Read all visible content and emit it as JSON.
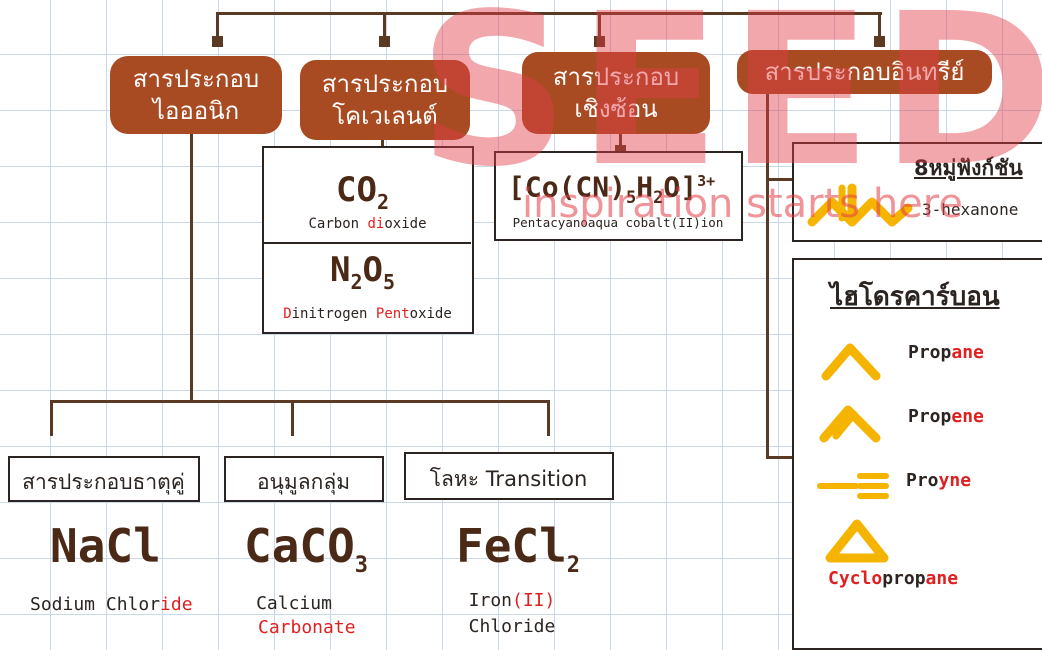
{
  "categories": [
    {
      "line1": "สารประกอบ",
      "line2": "ไอออนิก"
    },
    {
      "line1": "สารประกอบ",
      "line2": "โคเวเลนต์"
    },
    {
      "line1": "สารประกอบ",
      "line2": "เชิงซ้อน"
    },
    {
      "line1": "สารประกอบอินทรีย์",
      "line2": ""
    }
  ],
  "covalent": {
    "co2": {
      "base1": "CO",
      "sub1": "2",
      "name_pre": "Carbon ",
      "name_hl": "di",
      "name_post": "oxide"
    },
    "n2o5": {
      "a": "N",
      "sub_a": "2",
      "b": "O",
      "sub_b": "5",
      "name_hl1": "D",
      "name_mid": "initrogen ",
      "name_hl2": "Pent",
      "name_post": "oxide"
    }
  },
  "complex": {
    "formula_main": "[Co(CN)",
    "sub1": "5",
    "formula_mid": "H",
    "sub2": "2",
    "formula_end": "O]",
    "charge": "3+",
    "name": "Pentacyanoaqua cobalt(II)ion"
  },
  "organic": {
    "functional_title": "8หมู่ฟังก์ชัน",
    "functional_example": "3-hexanone",
    "hydrocarbon_title": "ไฮโดรคาร์บอน",
    "hydrocarbons": [
      {
        "pre": "Prop",
        "hl": "ane",
        "post": ""
      },
      {
        "pre": "Prop",
        "hl": "ene",
        "post": ""
      },
      {
        "pre": "Pro",
        "hl": "yne",
        "post": ""
      }
    ],
    "cyclo": {
      "hl": "Cyclo",
      "post": "prop",
      "hl2": "ane"
    }
  },
  "ionic_subtypes": [
    {
      "label": "สารประกอบธาตุคู่"
    },
    {
      "label": "อนุมูลกลุ่ม"
    },
    {
      "label": "โลหะ Transition"
    }
  ],
  "ionic_examples": {
    "nacl": {
      "formula": "NaCl",
      "name_pre": "Sodium Chlor",
      "name_hl": "ide"
    },
    "caco3": {
      "formula": "CaCO",
      "sub": "3",
      "name1": "Calcium",
      "name2": "Carbonate"
    },
    "fecl2": {
      "formula": "FeCl",
      "sub": "2",
      "name_pre": "Iron",
      "name_hl": "(II)",
      "name2": "Chloride"
    }
  },
  "watermark": {
    "big": "SEED",
    "sub": "inspiration starts here"
  },
  "colors": {
    "pill": "#a94b22",
    "line": "#5b3a24",
    "accent_red": "#e02020",
    "skeletal": "#f5b400",
    "watermark": "#e13c46"
  }
}
